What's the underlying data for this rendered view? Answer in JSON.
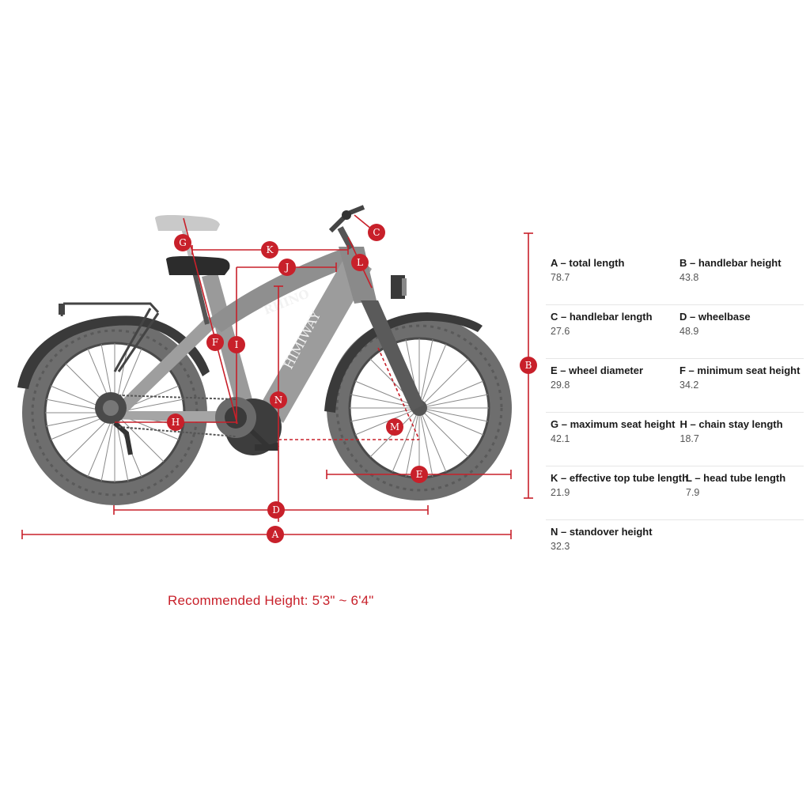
{
  "recommended": "Recommended Height: 5'3\" ~ 6'4\"",
  "frame_text": {
    "model": "RHINO",
    "brand": "HIMIWAY"
  },
  "badges": {
    "A": "A",
    "B": "B",
    "C": "C",
    "D": "D",
    "E": "E",
    "F": "F",
    "G": "G",
    "H": "H",
    "I": "I",
    "J": "J",
    "K": "K",
    "L": "L",
    "M": "M",
    "N": "N"
  },
  "specs": [
    {
      "label": "A – total length",
      "value": "78.7"
    },
    {
      "label": "B – handlebar height",
      "value": "43.8"
    },
    {
      "label": "C – handlebar length",
      "value": "27.6"
    },
    {
      "label": "D – wheelbase",
      "value": "48.9"
    },
    {
      "label": "E – wheel diameter",
      "value": "29.8"
    },
    {
      "label": "F – minimum seat height",
      "value": "34.2"
    },
    {
      "label": "G – maximum seat height",
      "value": "42.1"
    },
    {
      "label": "H – chain stay length",
      "value": "18.7"
    },
    {
      "label": "K – effective top tube length",
      "value": "21.9"
    },
    {
      "label": "L – head tube length",
      "value": "7.9"
    },
    {
      "label": "N – standover height",
      "value": "32.3"
    }
  ],
  "colors": {
    "accent": "#c8202a",
    "tire": "#6d6d6d",
    "frame": "#9a9a9a"
  }
}
